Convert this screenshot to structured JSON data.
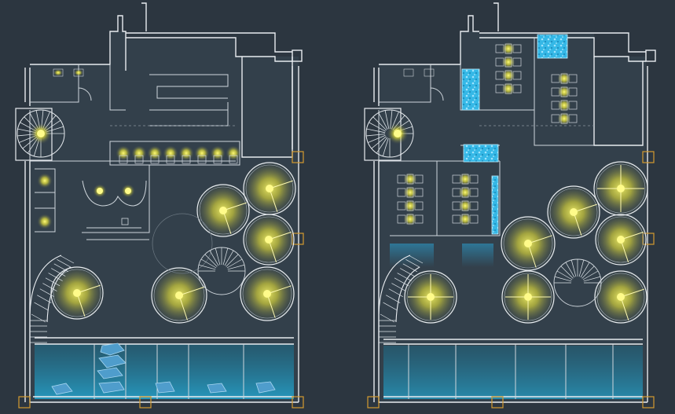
{
  "canvas": {
    "background": "#2c3640",
    "wall_color": "#e8ecf0",
    "light_color": "#f4f04a",
    "glow_color": "#e6e23a",
    "water_color": "#4fc3f7",
    "column_color": "#d49b2f"
  },
  "plans": [
    {
      "name": "ground-floor-plan",
      "style": "warm"
    },
    {
      "name": "upper-floor-plan",
      "style": "cool"
    }
  ]
}
